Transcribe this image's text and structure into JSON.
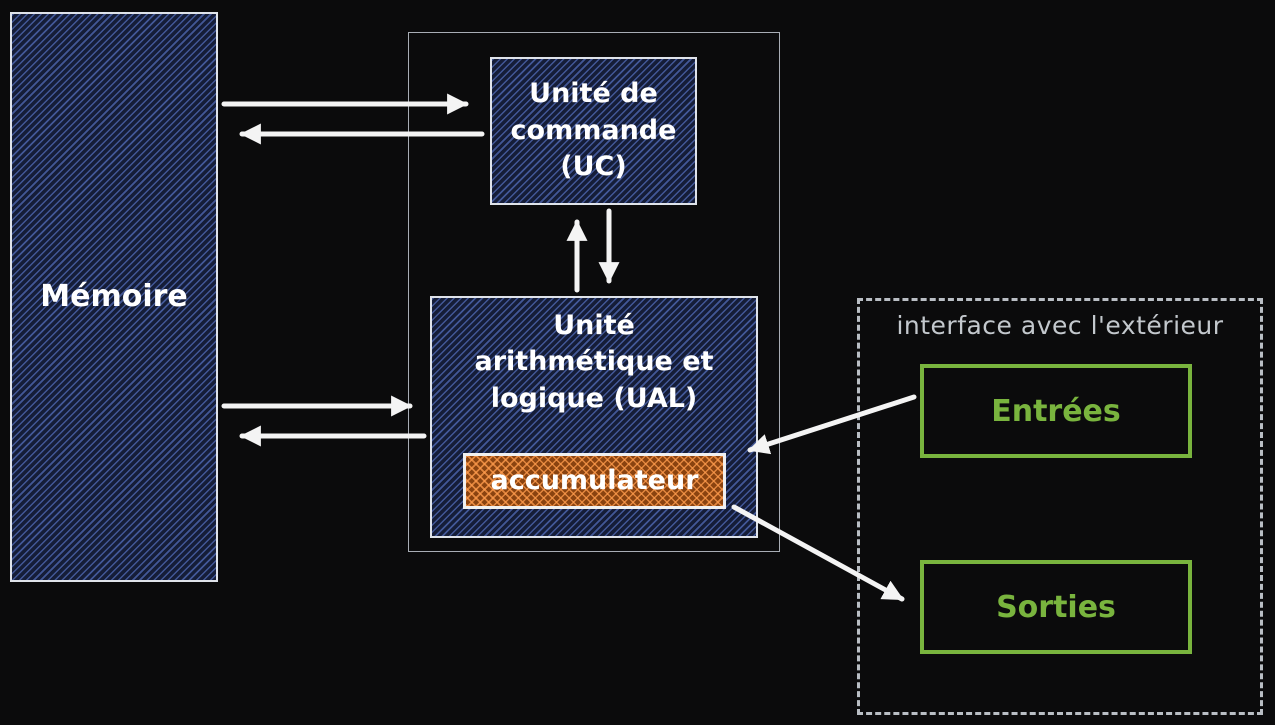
{
  "diagram": {
    "memory": {
      "label": "Mémoire"
    },
    "cpu": {
      "control_unit": {
        "label": "Unité de commande (UC)"
      },
      "alu": {
        "label": "Unité arithmétique et logique (UAL)"
      },
      "accumulator": {
        "label": "accumulateur"
      }
    },
    "external_interface": {
      "label": "interface avec l'extérieur",
      "inputs": {
        "label": "Entrées"
      },
      "outputs": {
        "label": "Sorties"
      }
    },
    "connections": [
      {
        "from": "memory",
        "to": "control_unit"
      },
      {
        "from": "control_unit",
        "to": "memory"
      },
      {
        "from": "alu",
        "to": "control_unit"
      },
      {
        "from": "control_unit",
        "to": "alu"
      },
      {
        "from": "memory",
        "to": "alu"
      },
      {
        "from": "alu",
        "to": "memory"
      },
      {
        "from": "inputs",
        "to": "alu"
      },
      {
        "from": "accumulator",
        "to": "outputs"
      }
    ],
    "colors": {
      "background": "#0b0b0c",
      "node_fill_navy": "#151d38",
      "node_hatch_blue": "#607ed6",
      "accumulator_fill": "#8a4310",
      "accumulator_hatch": "#ff9c4d",
      "green_accent": "#79b43e",
      "arrow_white": "#f4f4f4",
      "muted_gray": "#c3c8cd"
    }
  }
}
